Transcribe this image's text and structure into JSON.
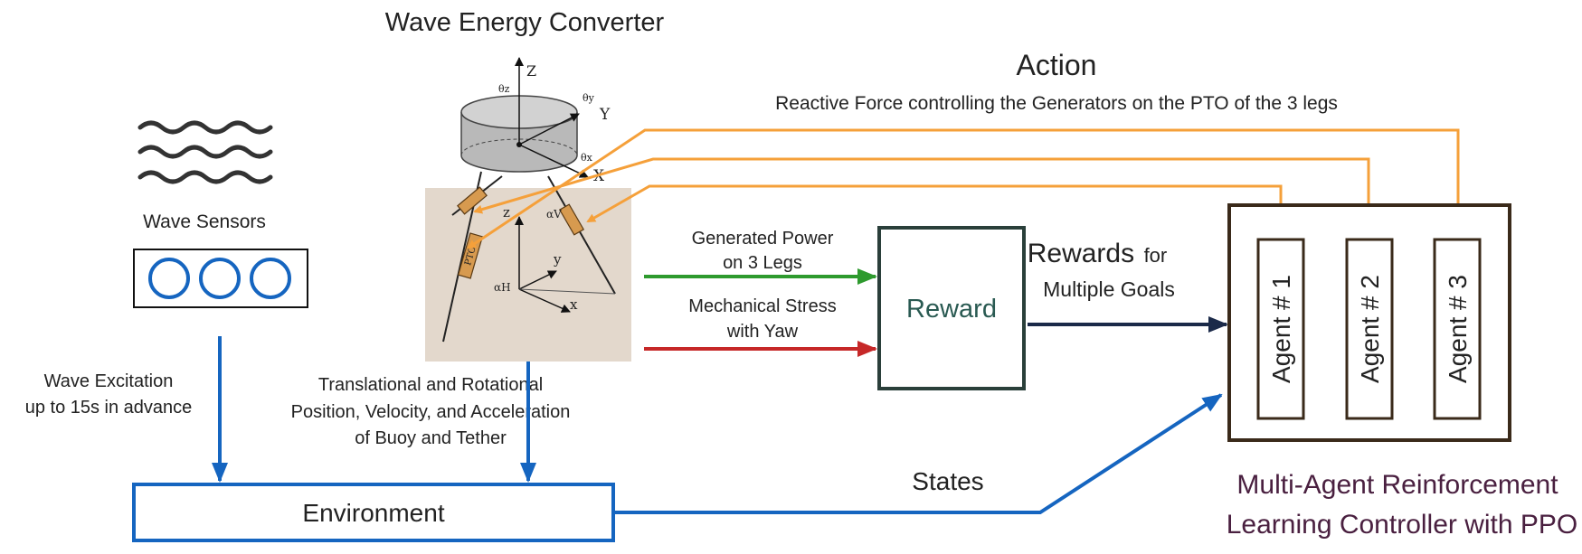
{
  "title": "Wave Energy Converter",
  "action": {
    "title": "Action",
    "subtitle": "Reactive Force controlling the Generators on the PTO of the 3 legs"
  },
  "sensors": {
    "label": "Wave Sensors"
  },
  "buoy_axes": {
    "z_top": "Z",
    "y_top": "Y",
    "x_top": "X",
    "theta_z": "θz",
    "theta_y": "θy",
    "theta_x": "θx",
    "z_low": "z",
    "y_low": "y",
    "x_low": "x",
    "alpha_h": "αH",
    "alpha_v": "αV",
    "pto": "PTO"
  },
  "signals": {
    "power_line1": "Generated Power",
    "power_line2": "on 3 Legs",
    "stress_line1": "Mechanical Stress",
    "stress_line2": "with Yaw"
  },
  "reward": {
    "label": "Reward"
  },
  "rewards_text": {
    "big": "Rewards",
    "small": "for",
    "line2": "Multiple Goals"
  },
  "agents": [
    "Agent # 1",
    "Agent # 2",
    "Agent # 3"
  ],
  "excitation": {
    "line1": "Wave Excitation",
    "line2": "up to 15s in advance"
  },
  "states_desc": {
    "line1": "Translational and Rotational",
    "line2": "Position, Velocity, and Acceleration",
    "line3": "of Buoy and Tether"
  },
  "states_label": "States",
  "environment": {
    "label": "Environment"
  },
  "marl": {
    "line1": "Multi-Agent Reinforcement",
    "line2": "Learning Controller with PPO"
  },
  "colors": {
    "orange": "#f5a03a",
    "green": "#2e9a2e",
    "red": "#c62828",
    "blue": "#1565c0",
    "navy": "#1b2a49",
    "teal": "#2a3f3a",
    "dark_brown": "#3a2a1a",
    "marl_text": "#4a2040",
    "seabed": "#e3d8cc"
  }
}
